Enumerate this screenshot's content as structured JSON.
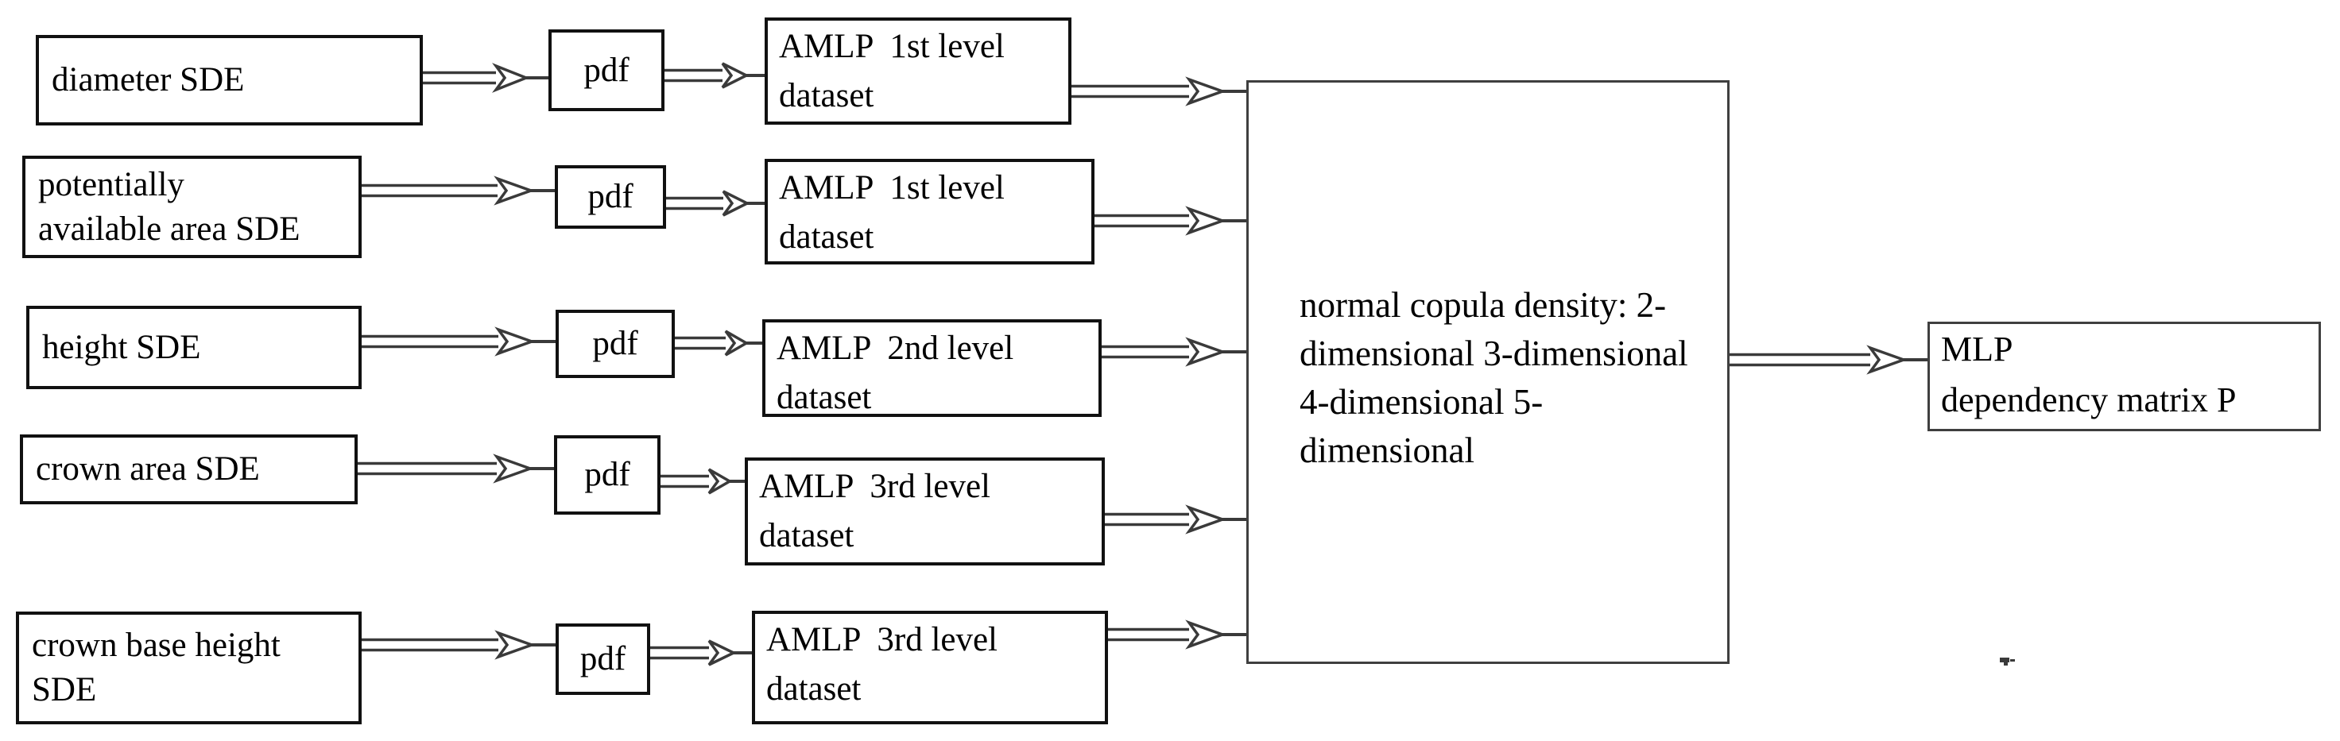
{
  "rows": [
    {
      "source_lines": [
        "diameter SDE"
      ],
      "pdf_label": "pdf",
      "dataset_lines": [
        "AMLP  1st level",
        "dataset"
      ]
    },
    {
      "source_lines": [
        "potentially",
        "available area SDE"
      ],
      "pdf_label": "pdf",
      "dataset_lines": [
        "AMLP  1st level",
        "dataset"
      ]
    },
    {
      "source_lines": [
        "height SDE"
      ],
      "pdf_label": "pdf",
      "dataset_lines": [
        "AMLP  2nd level",
        "dataset"
      ]
    },
    {
      "source_lines": [
        "crown area SDE"
      ],
      "pdf_label": "pdf",
      "dataset_lines": [
        "AMLP  3rd level",
        "dataset"
      ]
    },
    {
      "source_lines": [
        "crown base height",
        "SDE"
      ],
      "pdf_label": "pdf",
      "dataset_lines": [
        "AMLP  3rd level",
        "dataset"
      ]
    }
  ],
  "copula_lines": [
    "normal copula density:",
    "2-dimensional",
    "3-dimensional",
    "4-dimensional",
    "5-dimensional"
  ],
  "mlp_lines": [
    "MLP",
    "dependency matrix P"
  ],
  "colors": {
    "background": "#ffffff",
    "text": "#000000",
    "node_border": "#111111",
    "panel_border": "#3f3f3f",
    "arrow": "#3a3a3a"
  }
}
